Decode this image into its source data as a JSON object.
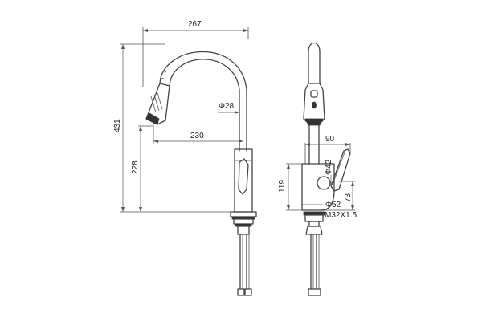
{
  "dimensions": {
    "total_reach": "267",
    "total_height": "431",
    "spout_dia": "Φ28",
    "spout_reach": "230",
    "outlet_height": "228",
    "handle_reach": "90",
    "cartridge_dia": "Φ42",
    "body_height": "119",
    "handle_height": "73",
    "base_dia": "Φ52",
    "thread": "M32X1.5"
  }
}
